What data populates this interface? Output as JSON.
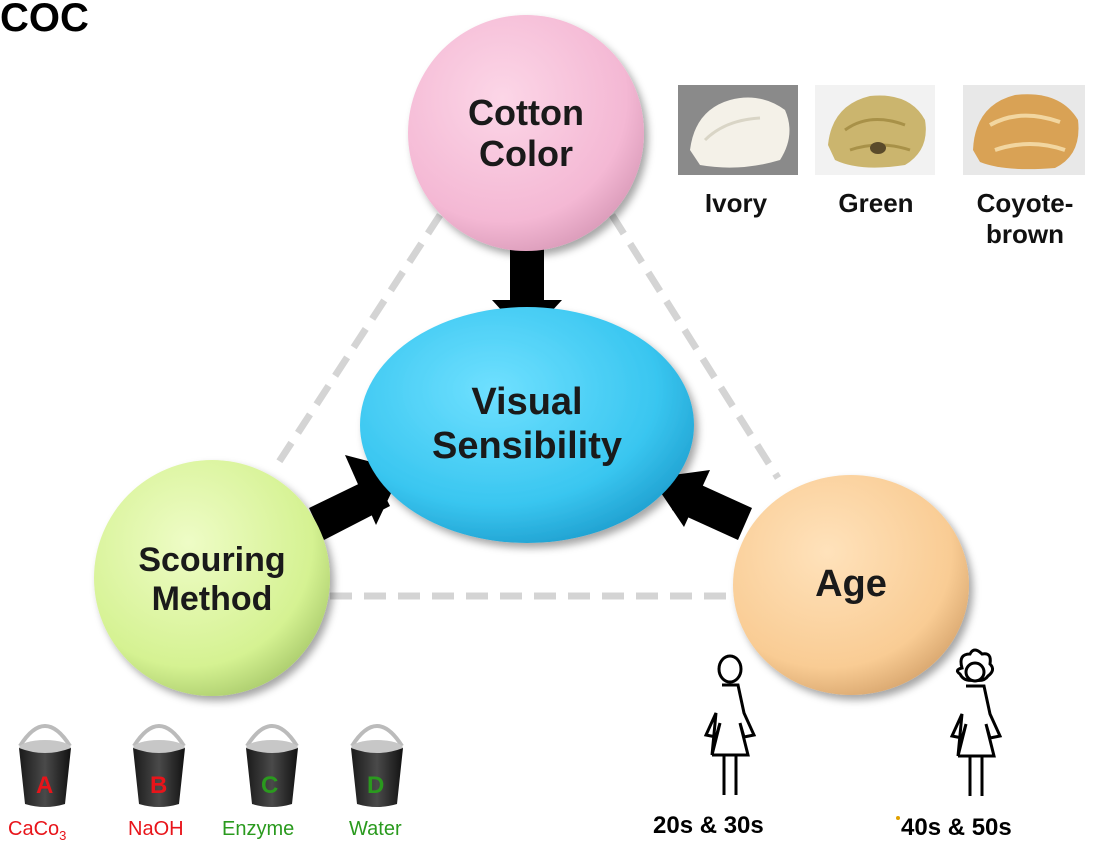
{
  "title": "COC",
  "nodes": {
    "center": "Visual\nSensibility",
    "cotton": "Cotton\nColor",
    "scouring": "Scouring\nMethod",
    "age": "Age"
  },
  "colors": {
    "center": "#39c6f0",
    "cotton": "#f6bcd7",
    "scouring": "#d9f59c",
    "age": "#fbcf98",
    "red": "#e8141a",
    "green": "#2a9a1e"
  },
  "cotton_samples": [
    {
      "label": "Ivory",
      "icon": "ivory-cotton-photo"
    },
    {
      "label": "Green",
      "icon": "green-cotton-photo"
    },
    {
      "label": "Coyote-\nbrown",
      "icon": "coyote-brown-cotton-photo"
    }
  ],
  "buckets": [
    {
      "letter": "A",
      "label": "CaCo",
      "sub": "3",
      "color": "red",
      "icon": "bucket-icon"
    },
    {
      "letter": "B",
      "label": "NaOH",
      "color": "red",
      "icon": "bucket-icon"
    },
    {
      "letter": "C",
      "label": "Enzyme",
      "color": "green",
      "icon": "bucket-icon"
    },
    {
      "letter": "D",
      "label": "Water",
      "color": "green",
      "icon": "bucket-icon"
    }
  ],
  "age_groups": [
    {
      "label": "20s & 30s",
      "icon": "woman-icon"
    },
    {
      "label": "40s & 50s",
      "icon": "woman-curly-hair-icon"
    }
  ]
}
